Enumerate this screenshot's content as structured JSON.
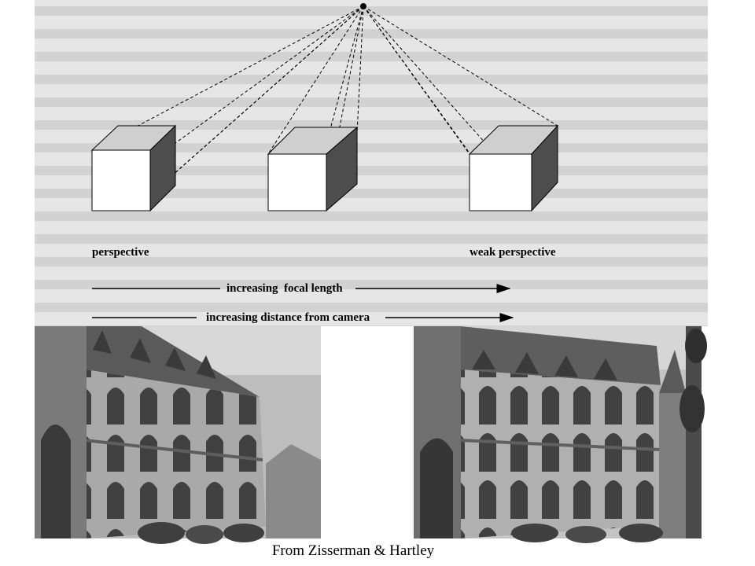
{
  "labels": {
    "perspective": "perspective",
    "weak_perspective": "weak perspective",
    "increasing_focal_length": "increasing  focal length",
    "increasing_distance": "increasing distance from camera"
  },
  "caption": "From Zisserman & Hartley",
  "colors": {
    "background": "#ffffff",
    "scan_bg": "#e6e6e6",
    "ghost_text": "#c9c9c9",
    "cube_top": "#cfcfcf",
    "cube_side": "#4d4d4d",
    "cube_front": "#ffffff",
    "ink": "#000000"
  },
  "photos": {
    "left_alt": "building photographed in perspective",
    "right_alt": "building photographed in weak perspective"
  }
}
